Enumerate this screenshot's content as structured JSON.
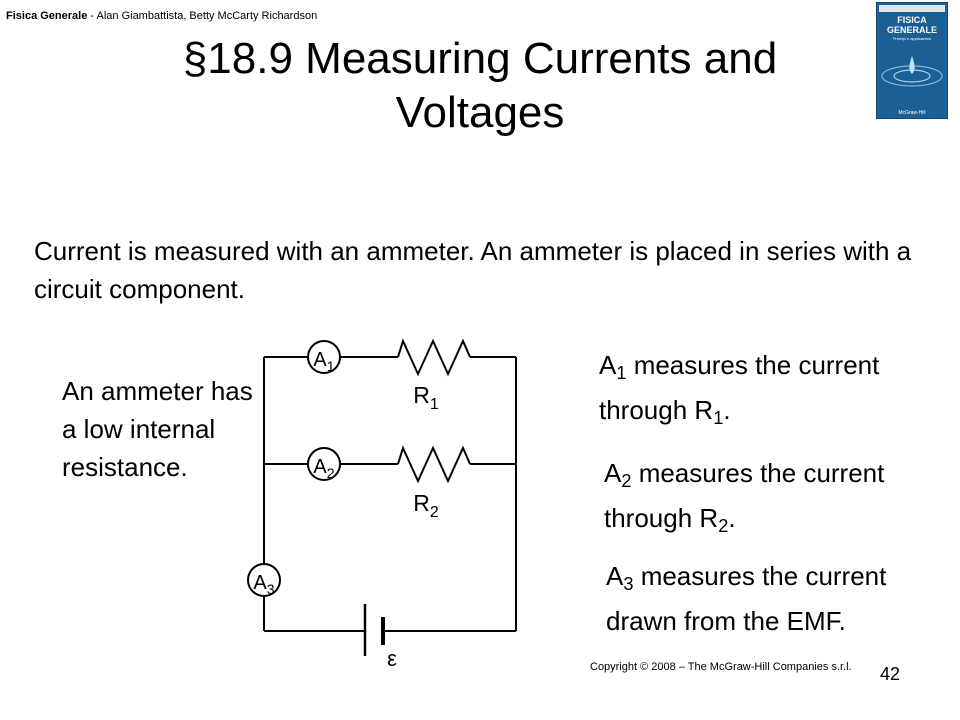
{
  "header": {
    "book": "Fisica Generale",
    "authors": " - Alan Giambattista, Betty McCarty Richardson"
  },
  "book_cover": {
    "title_line1": "FISICA",
    "title_line2": "GENERALE",
    "subtitle": "Principi e applicazioni",
    "publisher": "McGraw-Hill"
  },
  "slide": {
    "title": "§18.9 Measuring Currents and Voltages",
    "intro": "Current is measured with an ammeter.  An ammeter is placed in series with a circuit component.",
    "left_note": "An ammeter has a low internal resistance.",
    "notes": [
      {
        "a": "A",
        "a_sub": "1",
        "mid": " measures the current through R",
        "r_sub": "1",
        "end": "."
      },
      {
        "a": "A",
        "a_sub": "2",
        "mid": " measures the current through R",
        "r_sub": "2",
        "end": "."
      },
      {
        "a": "A",
        "a_sub": "3",
        "text": " measures the current drawn from the EMF."
      }
    ]
  },
  "circuit": {
    "ammeters": [
      {
        "label": "A",
        "sub": "1"
      },
      {
        "label": "A",
        "sub": "2"
      },
      {
        "label": "A",
        "sub": "3"
      }
    ],
    "resistors": [
      {
        "label": "R",
        "sub": "1"
      },
      {
        "label": "R",
        "sub": "2"
      }
    ],
    "emf_symbol": "ε"
  },
  "footer": {
    "copyright": "Copyright © 2008 – The McGraw-Hill Companies s.r.l.",
    "page": "42"
  },
  "colors": {
    "ink": "#000000",
    "cover_blue": "#1c5f95",
    "cover_light": "#7fb6dc"
  }
}
